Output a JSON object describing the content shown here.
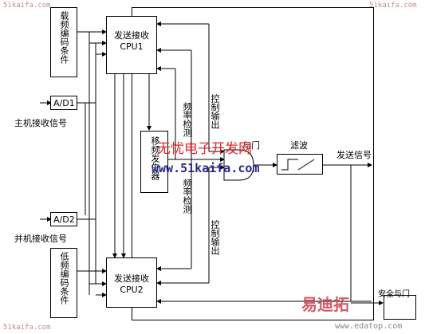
{
  "watermarks": {
    "corner_top_left": "51kaifa.com",
    "corner_top_right": "51kaifa.com",
    "corner_bottom_left": "51kaifa.com",
    "center_cn": "无忧电子开发网",
    "center_url": "www.51kaifa.com",
    "brand_cn": "易迪拓",
    "brand_url": "www.edatop.com"
  },
  "blocks": {
    "carrier_cond": "载频编码条件",
    "low_cond": "低频编码条件",
    "cpu1_line1": "发送接收",
    "cpu1_line2": "CPU1",
    "cpu2_line1": "发送接收",
    "cpu2_line2": "CPU2",
    "fsk_gen": "移频发生器",
    "ad1": "A/D1",
    "ad2": "A/D2",
    "and_gate": "与门",
    "filter": "滤波",
    "safety_and": "安全与门"
  },
  "signals": {
    "main_rx": "主机接收信号",
    "aux_rx": "并机接收信号",
    "tx_signal": "发送信号",
    "freq_detect_1": "频率检测",
    "freq_detect_2": "频率检测",
    "ctrl_out_1": "控制输出",
    "ctrl_out_2": "控制输出"
  }
}
